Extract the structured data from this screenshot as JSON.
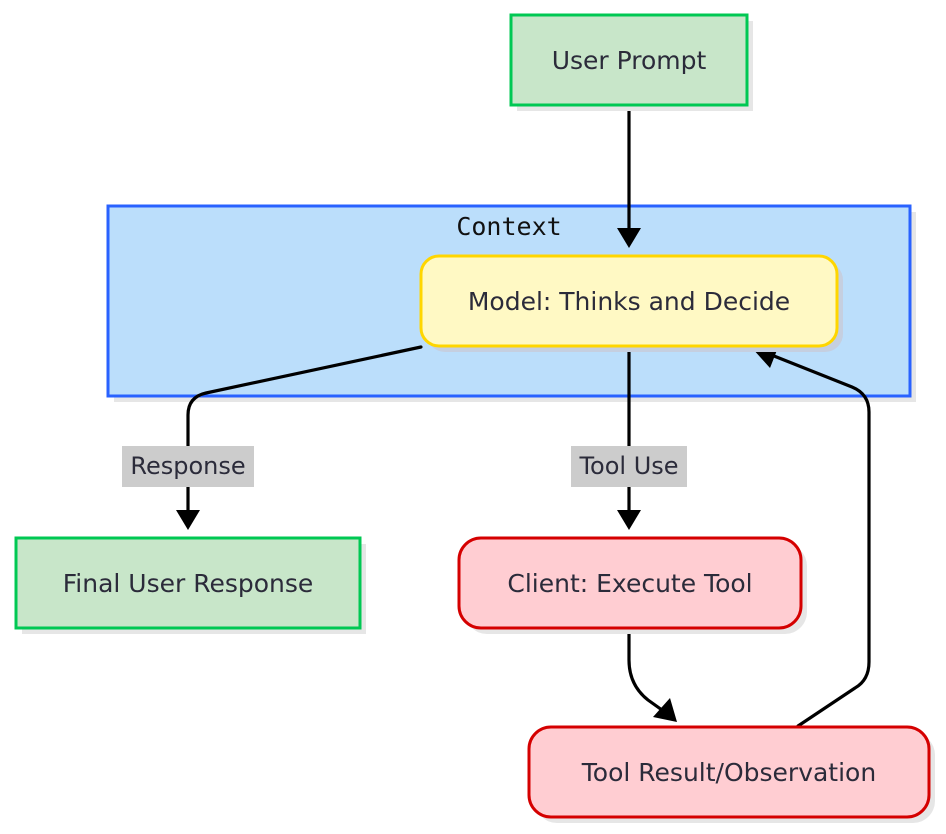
{
  "cluster": {
    "label": "Context",
    "fill": "#bbdefb",
    "stroke": "#2962ff"
  },
  "nodes": {
    "user_prompt": {
      "label": "User Prompt",
      "fill": "#c8e6c9",
      "stroke": "#00c853"
    },
    "model": {
      "label": "Model: Thinks and Decide",
      "fill": "#fff9c4",
      "stroke": "#ffd600"
    },
    "final_response": {
      "label": "Final User Response",
      "fill": "#c8e6c9",
      "stroke": "#00c853"
    },
    "execute_tool": {
      "label": "Client: Execute Tool",
      "fill": "#ffcdd2",
      "stroke": "#d50000"
    },
    "tool_result": {
      "label": "Tool Result/Observation",
      "fill": "#ffcdd2",
      "stroke": "#d50000"
    }
  },
  "edges": {
    "response": {
      "label": "Response"
    },
    "tool_use": {
      "label": "Tool Use"
    }
  },
  "colors": {
    "edge_label_bg": "#cccccc",
    "shadow": "#dddddd"
  }
}
